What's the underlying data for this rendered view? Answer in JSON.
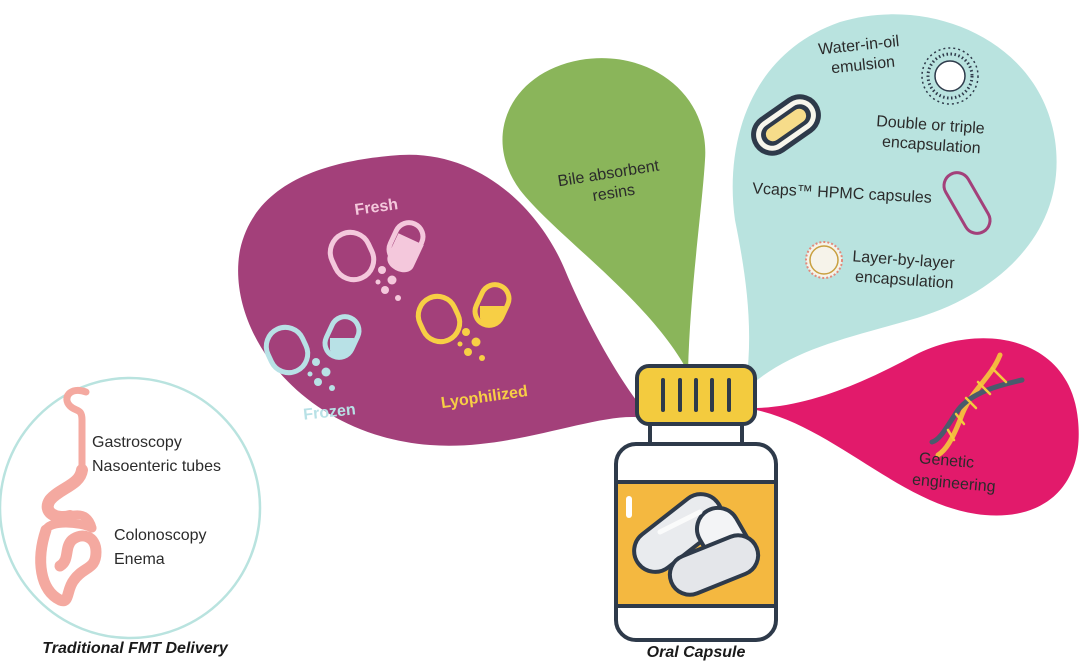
{
  "colors": {
    "magenta_bubble": "#a3407a",
    "green_bubble": "#8ab55a",
    "teal_bubble": "#b9e3df",
    "pink_bubble": "#e21a6b",
    "traditional_circle_stroke": "#b9e3df",
    "gut": "#f4a9a0",
    "fresh_label": "#f4c8dc",
    "frozen_label": "#b8e1e6",
    "lyophilized_label": "#f7cf45",
    "jar_label": "#f4b840",
    "jar_cap": "#f3cb3e",
    "outline": "#2e3a4a"
  },
  "traditional": {
    "items": [
      "Gastroscopy",
      "Nasoenteric tubes",
      "Colonoscopy",
      "Enema"
    ],
    "caption": "Traditional FMT Delivery",
    "icon": "gastrointestinal-tract-icon"
  },
  "magenta_bubble": {
    "labels": {
      "fresh": "Fresh",
      "frozen": "Frozen",
      "lyophilized": "Lyophilized"
    },
    "icons": [
      "open-capsule-icon"
    ]
  },
  "green_bubble": {
    "lines": [
      "Bile absorbent",
      "resins"
    ]
  },
  "teal_bubble": {
    "items": [
      {
        "lines": [
          "Water-in-oil",
          "emulsion"
        ],
        "icon": "micelle-icon"
      },
      {
        "lines": [
          "Double or triple",
          "encapsulation"
        ],
        "icon": "nested-capsule-icon"
      },
      {
        "lines": [
          "Vcaps™ HPMC capsules"
        ],
        "icon": "capsule-outline-icon"
      },
      {
        "lines": [
          "Layer-by-layer",
          "encapsulation"
        ],
        "icon": "layered-sphere-icon"
      }
    ]
  },
  "pink_bubble": {
    "lines": [
      "Genetic",
      "engineering"
    ],
    "icon": "dna-icon"
  },
  "jar": {
    "caption": "Oral Capsule",
    "icon": "capsule-jar-icon"
  }
}
